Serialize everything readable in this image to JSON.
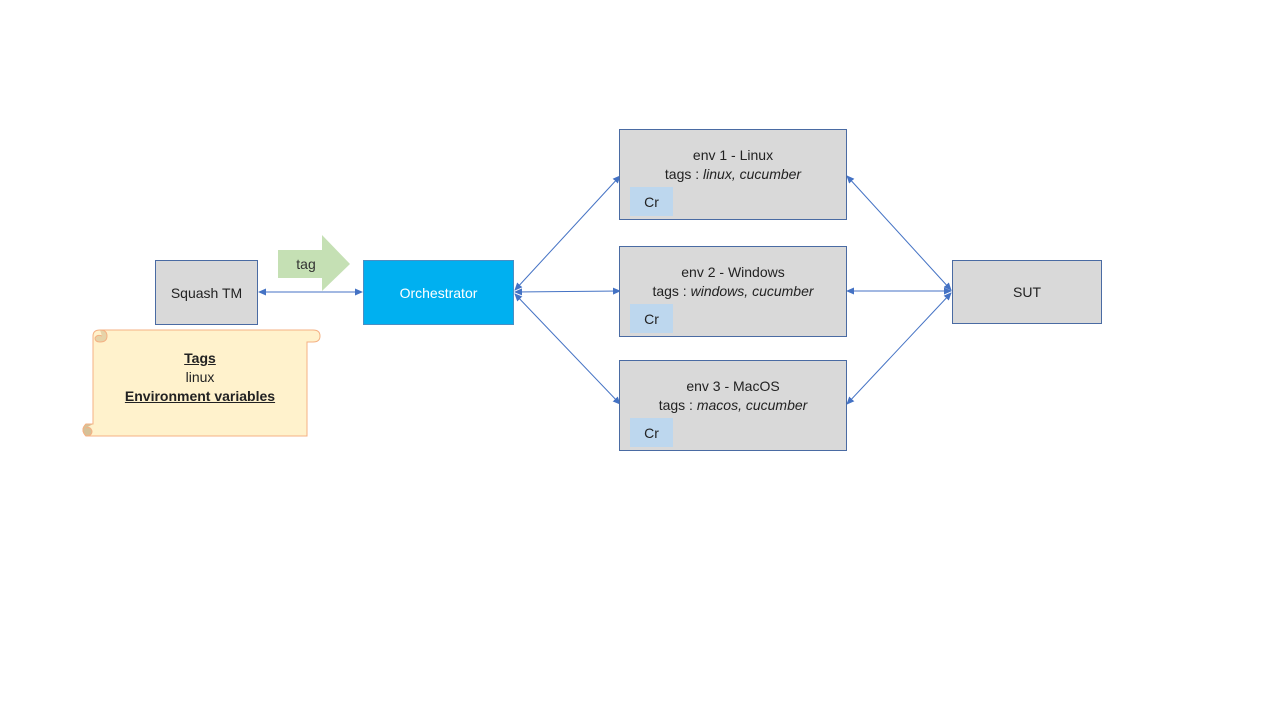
{
  "nodes": {
    "squash_tm": "Squash TM",
    "orchestrator": "Orchestrator",
    "sut": "SUT",
    "tag_arrow": "tag"
  },
  "environments": [
    {
      "title": "env 1 - Linux",
      "tags_prefix": "tags : ",
      "tags_values": "linux, cucumber",
      "cr": "Cr"
    },
    {
      "title": "env 2 - Windows",
      "tags_prefix": "tags : ",
      "tags_values": "windows, cucumber",
      "cr": "Cr"
    },
    {
      "title": "env 3 - MacOS",
      "tags_prefix": "tags : ",
      "tags_values": "macos, cucumber",
      "cr": "Cr"
    }
  ],
  "scroll": {
    "tags_heading": "Tags",
    "tags_value": "linux",
    "env_vars_heading": "Environment variables"
  },
  "colors": {
    "box_fill": "#d9d9d9",
    "box_border": "#4a6ba3",
    "orchestrator_fill": "#00b0f0",
    "cr_fill": "#bdd7ee",
    "tag_arrow_fill": "#c5e0b4",
    "scroll_fill": "#fff2cc",
    "scroll_border": "#f4b183",
    "connector": "#4472c4"
  }
}
